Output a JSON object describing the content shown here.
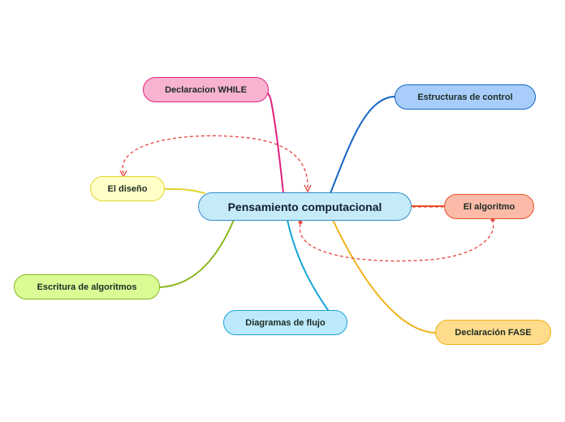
{
  "central": {
    "label": "Pensamiento computacional",
    "fill": "#c6ebf8",
    "border": "#2f8ccc"
  },
  "nodes": [
    {
      "label": "Declaracion WHILE",
      "fill": "#f8b3d1",
      "border": "#e0217f"
    },
    {
      "label": "Estructuras de control",
      "fill": "#a9cdfb",
      "border": "#1464c4"
    },
    {
      "label": "El diseño",
      "fill": "#ffffc7",
      "border": "#e3d52a"
    },
    {
      "label": "El algoritmo",
      "fill": "#fbbba8",
      "border": "#e8502a"
    },
    {
      "label": "Escritura de algoritmos",
      "fill": "#d9fc95",
      "border": "#88b71a"
    },
    {
      "label": "Diagramas de flujo",
      "fill": "#bce9fc",
      "border": "#17a5d8"
    },
    {
      "label": "Declaración FASE",
      "fill": "#ffdc8c",
      "border": "#f0b21a"
    }
  ],
  "relation_color": "#e8443f"
}
